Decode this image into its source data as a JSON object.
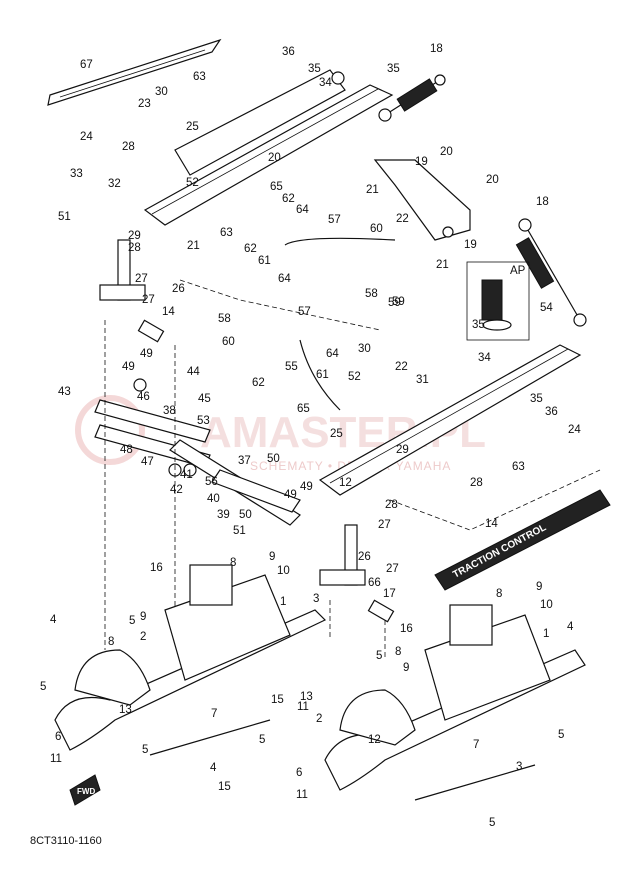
{
  "diagram_code": "8CT3110-1160",
  "fwd_label": "FWD",
  "ap_label": "AP",
  "watermark": {
    "main": "AMASTER.PL",
    "sub": "SCHEMATY • DEALER YAMAHA"
  },
  "band_label": "TRACTION CONTROL",
  "callouts": [
    "67",
    "63",
    "30",
    "23",
    "25",
    "24",
    "28",
    "33",
    "32",
    "52",
    "51",
    "29",
    "28",
    "21",
    "36",
    "35",
    "34",
    "35",
    "18",
    "19",
    "20",
    "21",
    "22",
    "20",
    "19",
    "21",
    "18",
    "20",
    "65",
    "62",
    "64",
    "63",
    "62",
    "61",
    "64",
    "57",
    "60",
    "58",
    "59",
    "27",
    "26",
    "27",
    "14",
    "59",
    "58",
    "60",
    "57",
    "64",
    "55",
    "62",
    "65",
    "61",
    "52",
    "25",
    "30",
    "22",
    "31",
    "34",
    "35",
    "36",
    "24",
    "63",
    "28",
    "29",
    "28",
    "27",
    "26",
    "27",
    "66",
    "14",
    "17",
    "35",
    "54",
    "44",
    "45",
    "38",
    "53",
    "37",
    "50",
    "49",
    "49",
    "43",
    "46",
    "48",
    "47",
    "41",
    "56",
    "42",
    "39",
    "40",
    "50",
    "49",
    "49",
    "51",
    "12",
    "16",
    "8",
    "9",
    "10",
    "1",
    "3",
    "4",
    "5",
    "8",
    "9",
    "2",
    "5",
    "13",
    "15",
    "11",
    "7",
    "5",
    "6",
    "11",
    "5",
    "4",
    "15",
    "13",
    "16",
    "8",
    "9",
    "10",
    "1",
    "4",
    "5",
    "8",
    "9",
    "2",
    "12",
    "5",
    "6",
    "11",
    "7",
    "3",
    "5"
  ]
}
